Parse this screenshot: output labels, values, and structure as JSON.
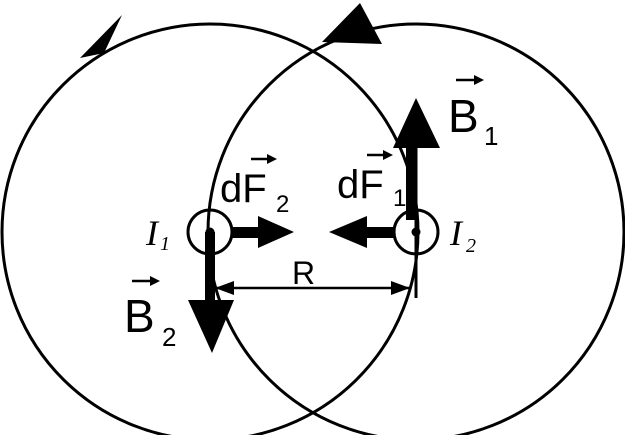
{
  "labels": {
    "current1": {
      "main": "I",
      "sub": "1"
    },
    "current2": {
      "main": "I",
      "sub": "2"
    },
    "field1": {
      "main": "B",
      "sub": "1"
    },
    "field2": {
      "main": "B",
      "sub": "2"
    },
    "force1": {
      "main": "dF",
      "sub": "1"
    },
    "force2": {
      "main": "dF",
      "sub": "2"
    },
    "distance": "R"
  },
  "colors": {
    "ink": "#000000",
    "background": "#ffffff"
  }
}
